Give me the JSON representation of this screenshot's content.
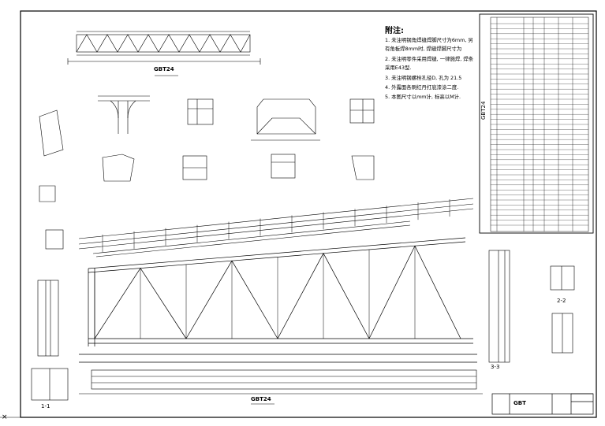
{
  "notes": {
    "title": "附注:",
    "lines": [
      "1. 未注明钢角焊缝焊脚尺寸为6mm, 另",
      "   有角板焊8mm时, 焊缝焊脚尺寸为",
      "2. 未注明零件采用焊缝, 一律施焊, 焊条",
      "   采用E43型.",
      "3. 未注明钢螺栓孔径D, 孔为    21.5",
      "4. 外露面各刷红丹打底漆涂二度.",
      "5. 本图尺寸以mm计, 标高以M计."
    ]
  },
  "views": {
    "top_truss_label": "GBT24",
    "main_truss_label": "GBT24",
    "section_1": "1-1",
    "section_2": "2-2",
    "section_3": "3-3",
    "table_side_label": "GBT24"
  },
  "title_block": {
    "drawing_label": "GBT"
  }
}
